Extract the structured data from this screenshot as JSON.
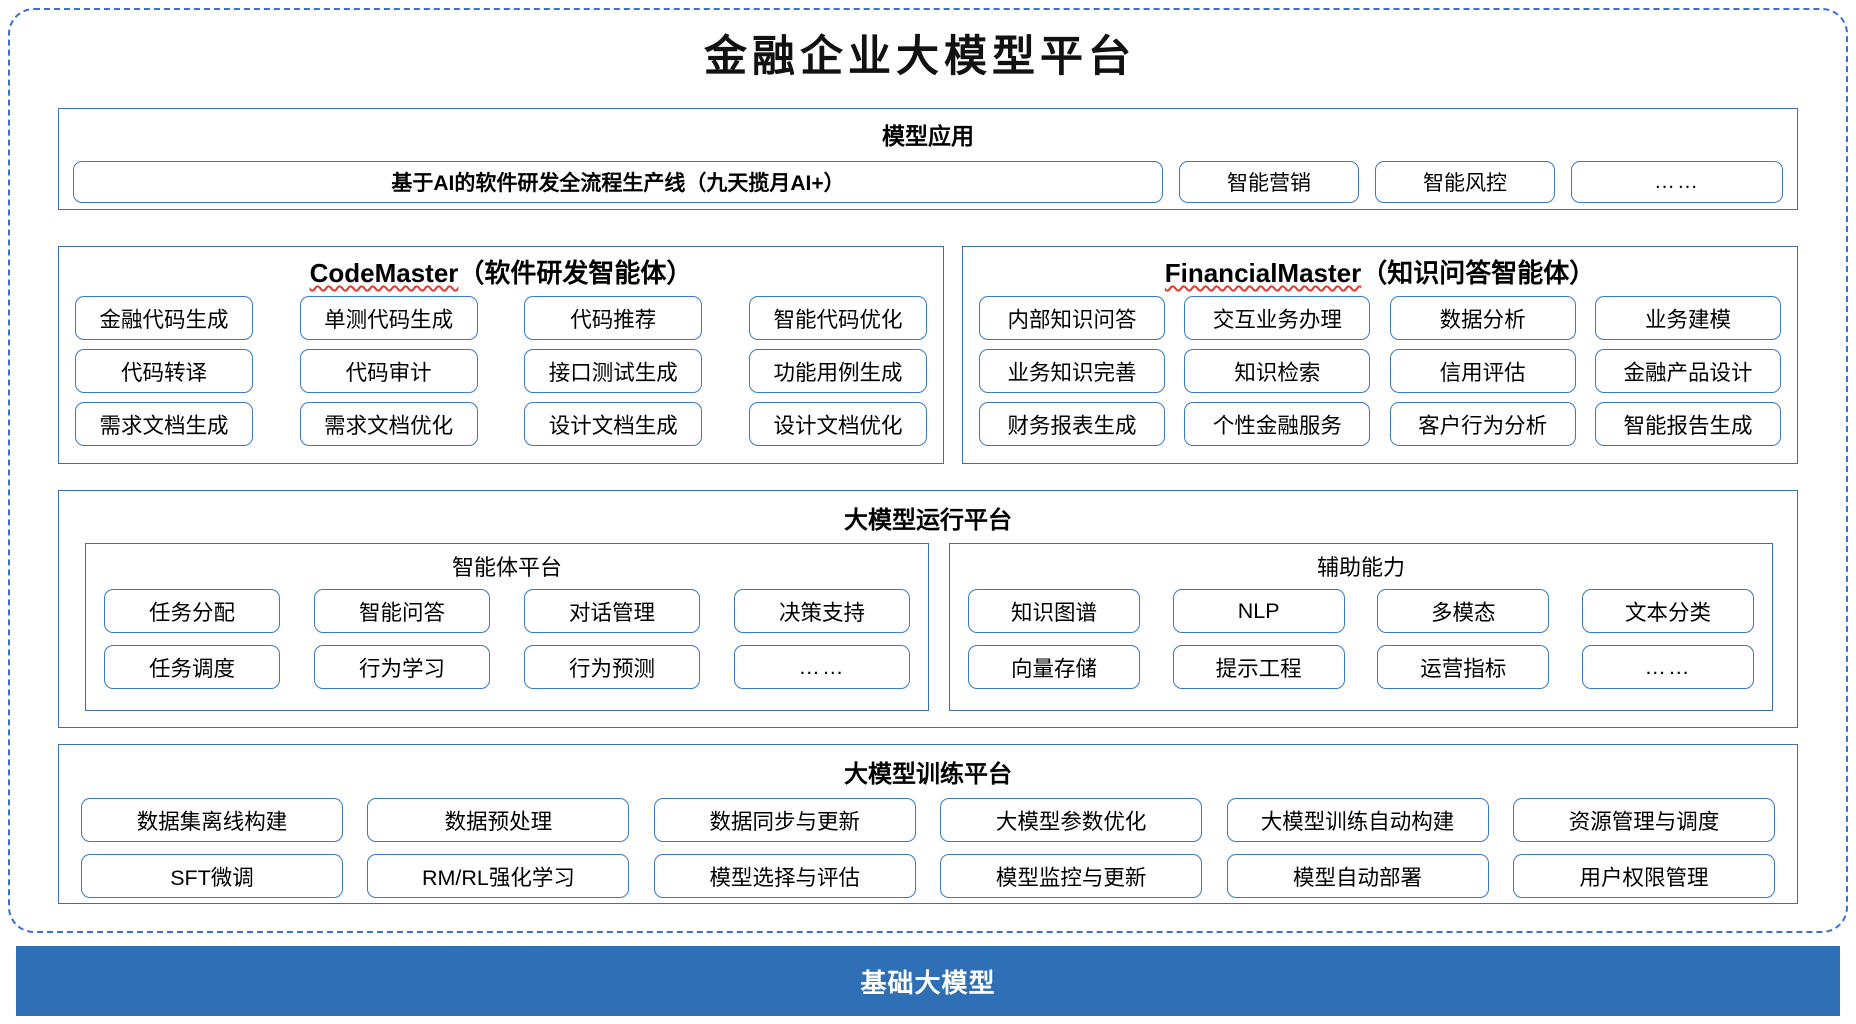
{
  "page": {
    "title": "金融企业大模型平台",
    "accent_blue": "#3a6fb8",
    "pill_border": "#3a7ac0",
    "dashed_border": "#3a6fd8",
    "base_band_bg": "#2f6fb5",
    "spell_error_color": "#e03a2f"
  },
  "model_application": {
    "title": "模型应用",
    "items": [
      "基于AI的软件研发全流程生产线（九天揽月AI+）",
      "智能营销",
      "智能风控",
      "……"
    ]
  },
  "agents": {
    "code_master": {
      "name": "CodeMaster",
      "suffix": "（软件研发智能体）",
      "rows": [
        [
          "金融代码生成",
          "单测代码生成",
          "代码推荐",
          "智能代码优化"
        ],
        [
          "代码转译",
          "代码审计",
          "接口测试生成",
          "功能用例生成"
        ],
        [
          "需求文档生成",
          "需求文档优化",
          "设计文档生成",
          "设计文档优化"
        ]
      ]
    },
    "financial_master": {
      "name": "FinancialMaster",
      "suffix": "（知识问答智能体）",
      "rows": [
        [
          "内部知识问答",
          "交互业务办理",
          "数据分析",
          "业务建模"
        ],
        [
          "业务知识完善",
          "知识检索",
          "信用评估",
          "金融产品设计"
        ],
        [
          "财务报表生成",
          "个性金融服务",
          "客户行为分析",
          "智能报告生成"
        ]
      ]
    }
  },
  "runtime_platform": {
    "title": "大模型运行平台",
    "agent_platform": {
      "title": "智能体平台",
      "rows": [
        [
          "任务分配",
          "智能问答",
          "对话管理",
          "决策支持"
        ],
        [
          "任务调度",
          "行为学习",
          "行为预测",
          "……"
        ]
      ]
    },
    "auxiliary_capability": {
      "title": "辅助能力",
      "rows": [
        [
          "知识图谱",
          "NLP",
          "多模态",
          "文本分类"
        ],
        [
          "向量存储",
          "提示工程",
          "运营指标",
          "……"
        ]
      ]
    }
  },
  "training_platform": {
    "title": "大模型训练平台",
    "rows": [
      [
        "数据集离线构建",
        "数据预处理",
        "数据同步与更新",
        "大模型参数优化",
        "大模型训练自动构建",
        "资源管理与调度"
      ],
      [
        "SFT微调",
        "RM/RL强化学习",
        "模型选择与评估",
        "模型监控与更新",
        "模型自动部署",
        "用户权限管理"
      ]
    ]
  },
  "base_model": {
    "label": "基础大模型"
  }
}
